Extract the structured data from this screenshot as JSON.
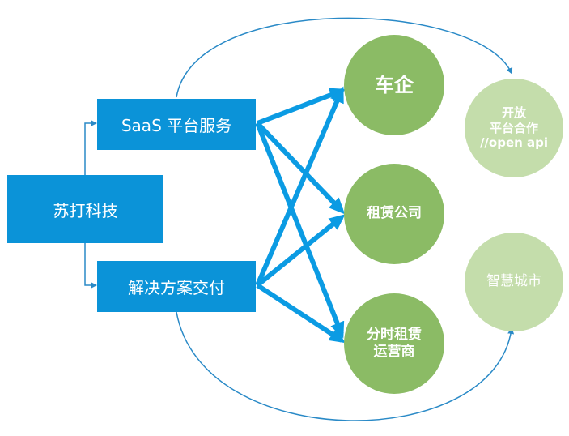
{
  "diagram": {
    "root": {
      "label": "苏打科技"
    },
    "services": [
      {
        "label": "SaaS 平台服务"
      },
      {
        "label": "解决方案交付"
      }
    ],
    "targets": [
      {
        "lines": [
          "车企"
        ]
      },
      {
        "lines": [
          "租赁公司"
        ]
      },
      {
        "lines": [
          "分时租赁",
          "运营商"
        ]
      }
    ],
    "extensions": [
      {
        "lines": [
          "开放",
          "平台合作",
          "//open api"
        ]
      },
      {
        "lines": [
          "智慧城市"
        ]
      }
    ]
  },
  "colors": {
    "box_blue": "#0b93d8",
    "arrow_blue": "#0b9be3",
    "circle_green": "#8bbb65",
    "circle_light_green": "#c4ddab",
    "curve_blue": "#2a8ac7"
  }
}
